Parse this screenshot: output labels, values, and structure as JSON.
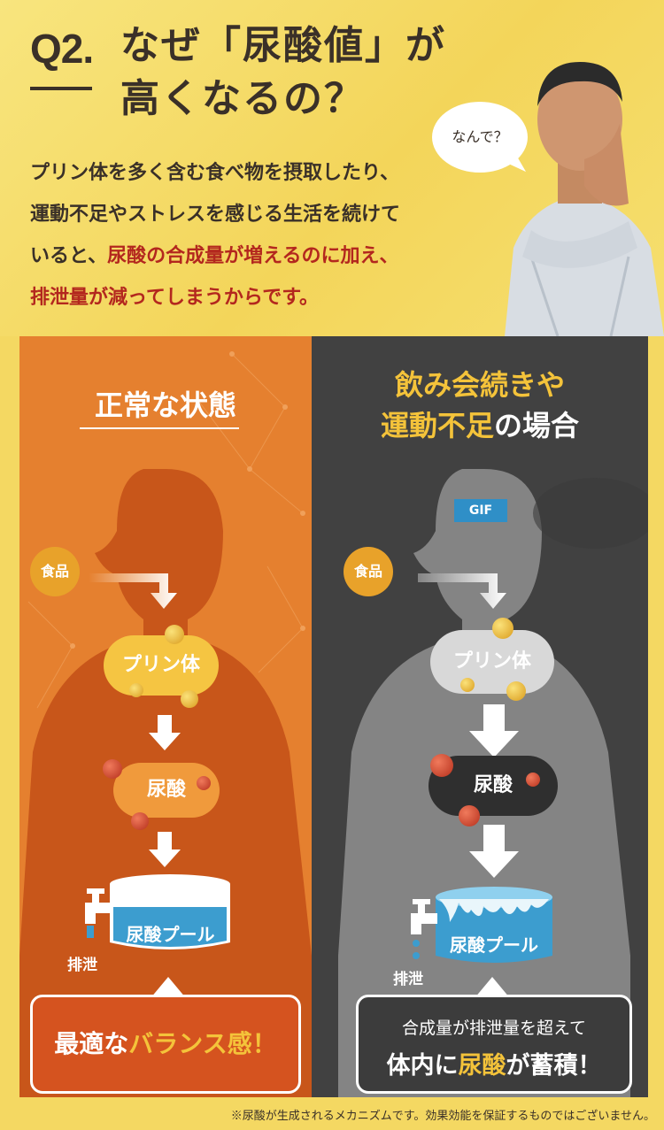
{
  "header": {
    "q_label": "Q2.",
    "title_line1": "なぜ「尿酸値」が",
    "title_line2": "高くなるの？",
    "speech_bubble": "なんで？"
  },
  "intro": {
    "line1": "プリン体を多く含む食べ物を摂取したり、",
    "line2": "運動不足やストレスを感じる生活を続けて",
    "line3_plain": "いると、",
    "line3_red": "尿酸の合成量が増えるのに加え、",
    "line4_red": "排泄量が減ってしまうからです。"
  },
  "left_panel": {
    "heading": "正常な状態",
    "food_badge": "食品",
    "purine_label": "プリン体",
    "uric_label": "尿酸",
    "pool_label": "尿酸プール",
    "excretion_label": "排泄",
    "result_plain": "最適な",
    "result_highlight": "バランス感！",
    "bg_color": "#e5802f"
  },
  "right_panel": {
    "heading_line1": "飲み会続きや",
    "heading_line2_highlight": "運動不足",
    "heading_line2_plain": "の場合",
    "gif_badge": "GIF",
    "food_badge": "食品",
    "purine_label": "プリン体",
    "uric_label": "尿酸",
    "pool_label": "尿酸プール",
    "excretion_label": "排泄",
    "result_line1": "合成量が排泄量を超えて",
    "result_line2_plain1": "体内に",
    "result_line2_highlight": "尿酸",
    "result_line2_plain2": "が蓄積！",
    "bg_color": "#414141"
  },
  "footnote": "※尿酸が生成されるメカニズムです。効果効能を保証するものではございません。"
}
